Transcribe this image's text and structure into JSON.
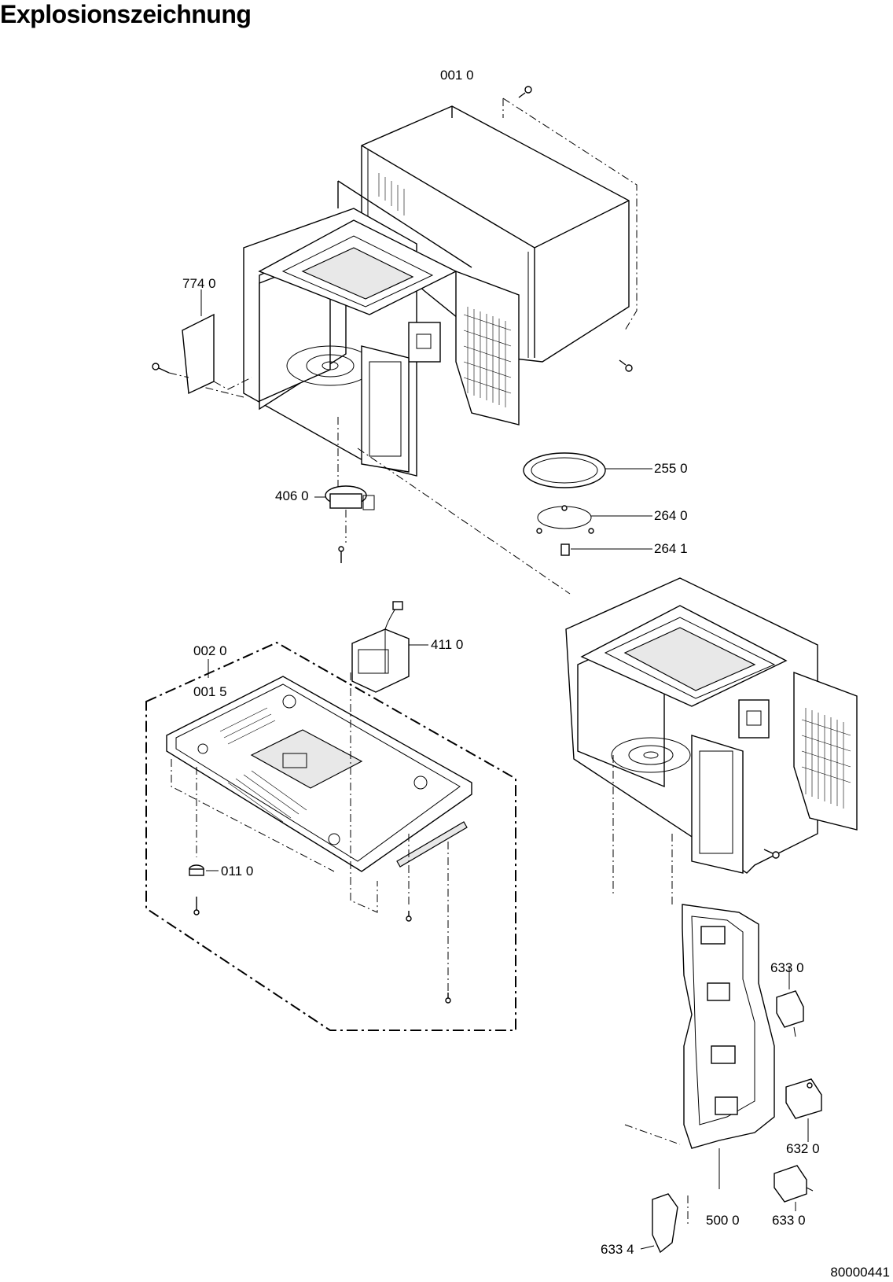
{
  "title": "Explosionszeichnung",
  "document_number": "80000441",
  "part_labels": [
    {
      "id": "001-0",
      "text": "001 0"
    },
    {
      "id": "774-0",
      "text": "774 0"
    },
    {
      "id": "406-0",
      "text": "406 0"
    },
    {
      "id": "255-0",
      "text": "255 0"
    },
    {
      "id": "264-0",
      "text": "264 0"
    },
    {
      "id": "264-1",
      "text": "264 1"
    },
    {
      "id": "002-0",
      "text": "002 0"
    },
    {
      "id": "001-5",
      "text": "001 5"
    },
    {
      "id": "411-0",
      "text": "411 0"
    },
    {
      "id": "011-0",
      "text": "011 0"
    },
    {
      "id": "633-0-a",
      "text": "633 0"
    },
    {
      "id": "632-0",
      "text": "632 0"
    },
    {
      "id": "633-0-b",
      "text": "633 0"
    },
    {
      "id": "500-0",
      "text": "500 0"
    },
    {
      "id": "633-4",
      "text": "633 4"
    }
  ]
}
